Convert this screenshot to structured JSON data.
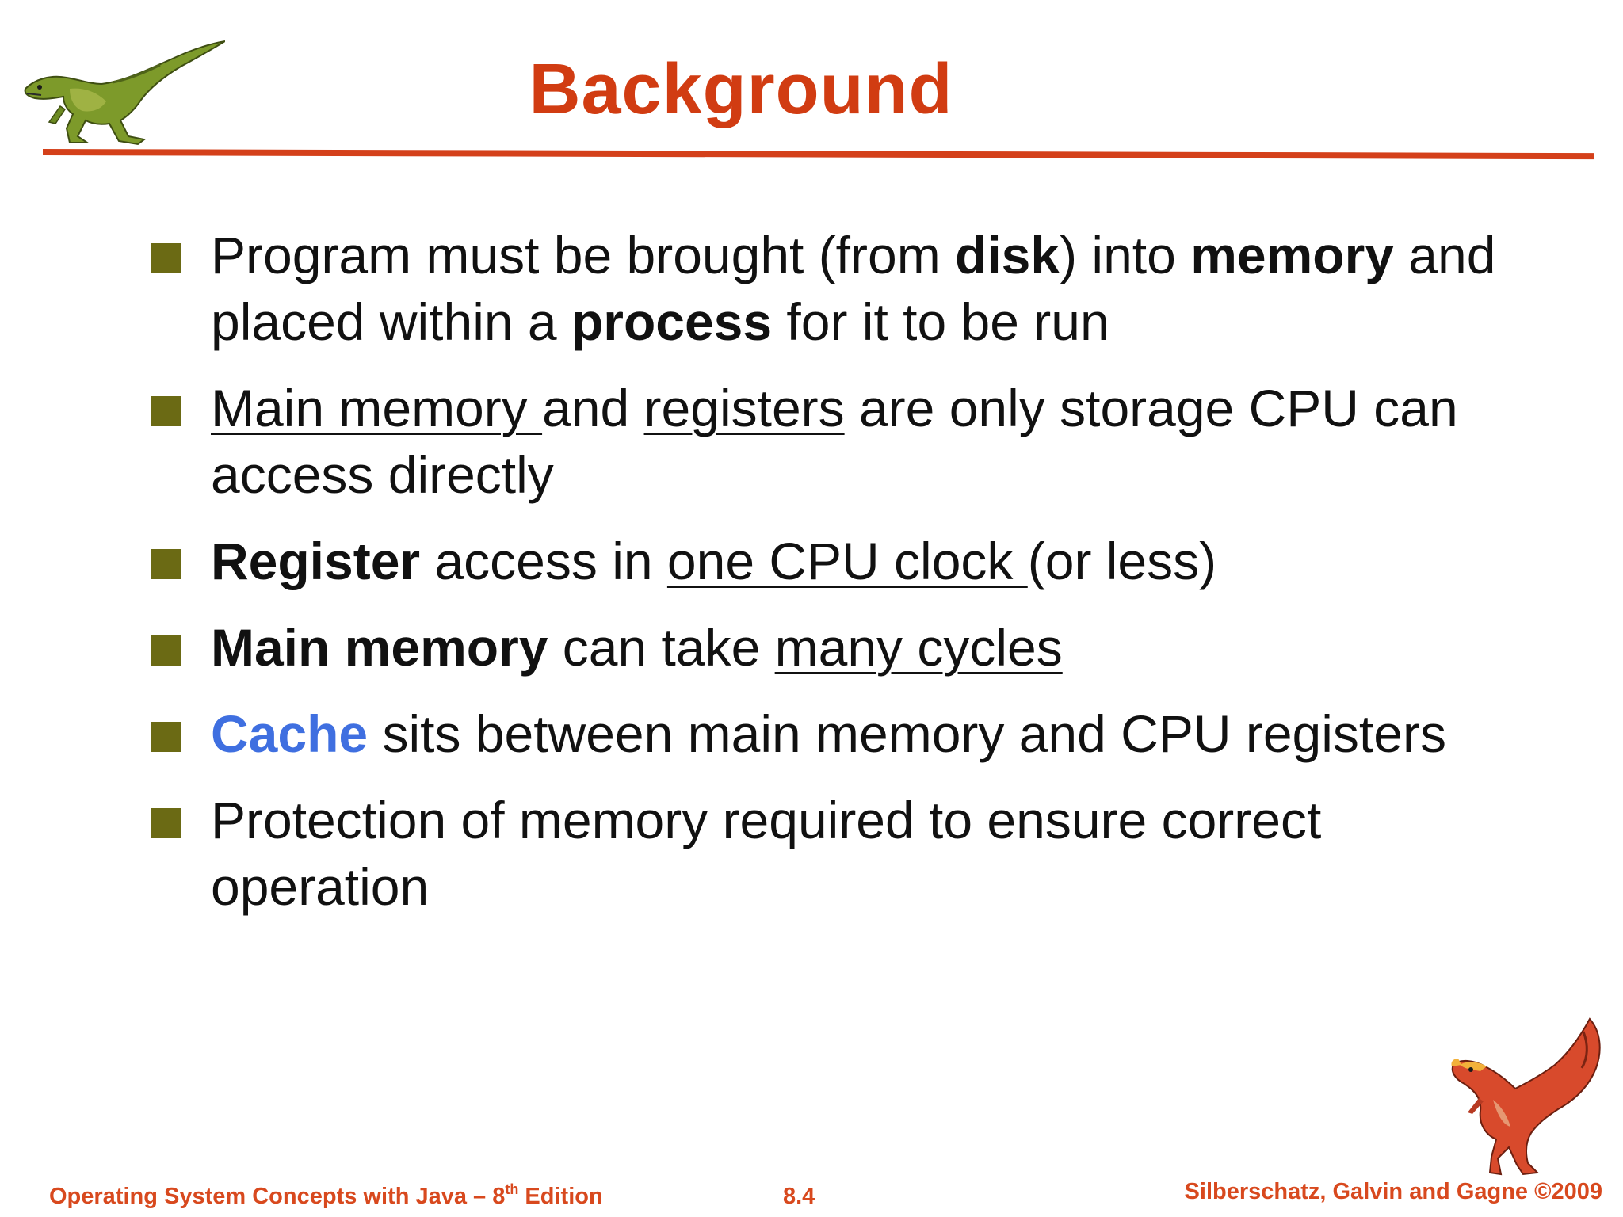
{
  "slide": {
    "title": "Background",
    "bullets": [
      {
        "id": "program",
        "parts": {
          "p1": "Program must be brought (from ",
          "disk": "disk",
          "p2": ")  into ",
          "memory": "memory",
          "p3": " and placed within a ",
          "process": "process",
          "p4": " for it to be run"
        }
      },
      {
        "id": "main-memory-registers",
        "parts": {
          "main_memory": "Main memory ",
          "p1": "and ",
          "registers": "registers",
          "p2": " are only storage CPU can access directly"
        }
      },
      {
        "id": "register-access",
        "parts": {
          "register": "Register",
          "p1": " access in ",
          "one_cpu_clock": "one CPU clock ",
          "p2": "(or less)"
        }
      },
      {
        "id": "main-memory-cycles",
        "parts": {
          "main_memory": "Main memory",
          "p1": " can take ",
          "many_cycles": "many cycles"
        }
      },
      {
        "id": "cache",
        "parts": {
          "cache": "Cache",
          "p1": " sits between main memory and CPU registers"
        }
      },
      {
        "id": "protection",
        "parts": {
          "p1": "Protection of memory required to ensure correct operation"
        }
      }
    ]
  },
  "footer": {
    "left_main": "Operating System Concepts  with Java – 8",
    "left_sup": "th",
    "left_tail": " Edition",
    "page_number": "8.4",
    "copyright": "Silberschatz, Galvin and Gagne ©2009"
  },
  "colors": {
    "title": "#d13c12",
    "rule": "#d4401a",
    "bullet": "#6b6a14",
    "cache": "#3f6fe0",
    "footer": "#d8491e"
  },
  "icons": {
    "top_left": "green-dinosaur-icon",
    "bottom_right": "red-dinosaur-icon"
  }
}
